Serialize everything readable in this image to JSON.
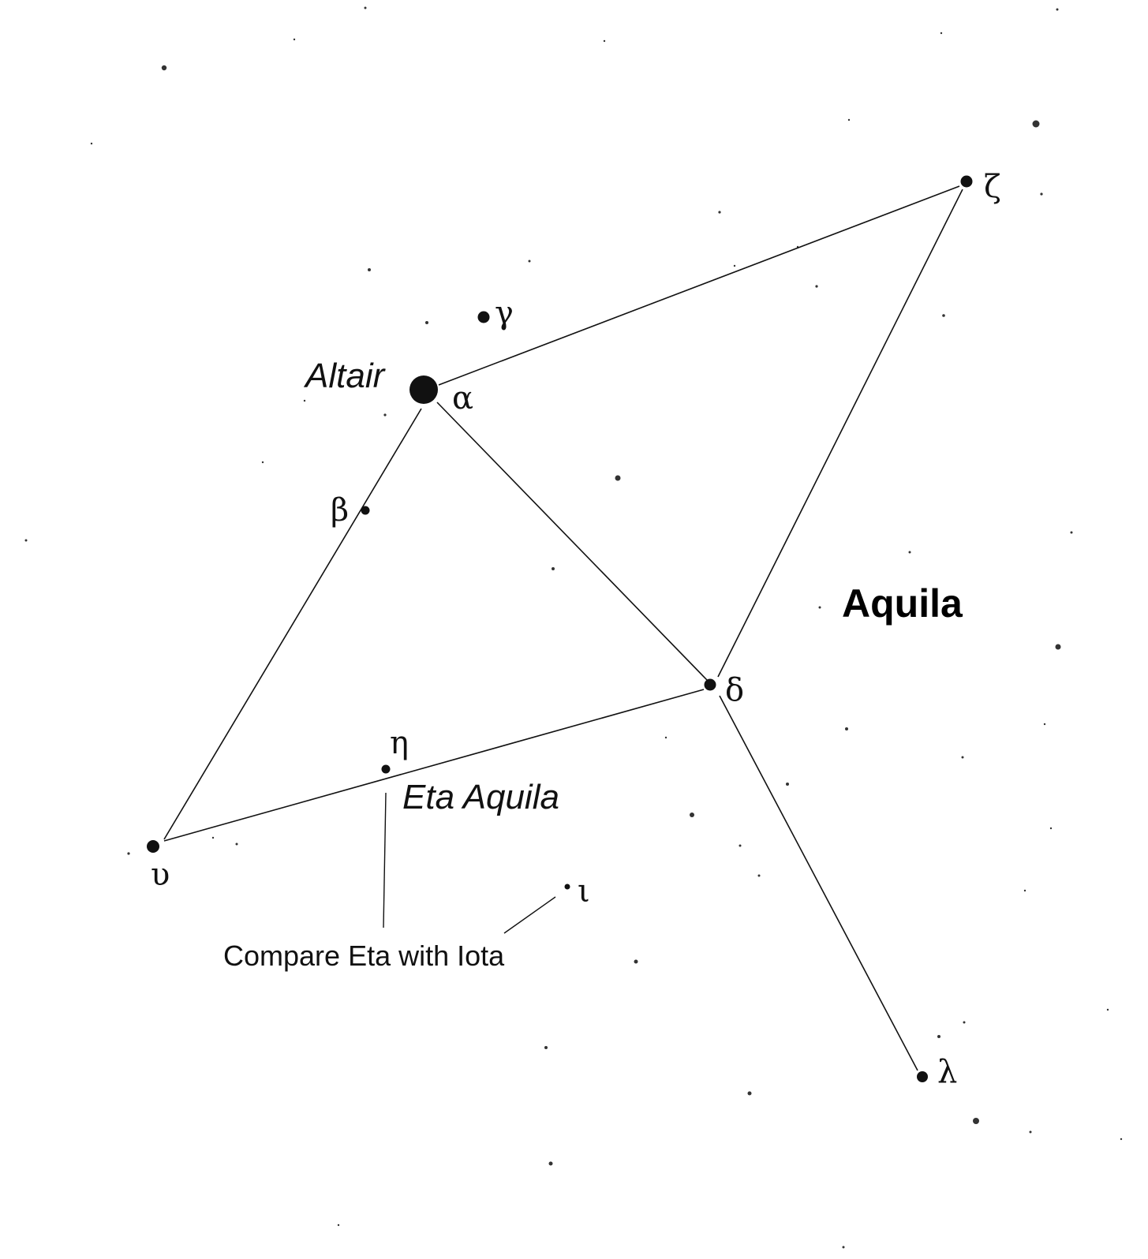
{
  "constellation": {
    "name": "Aquila"
  },
  "star_names": {
    "altair": "Altair",
    "eta": "Eta Aquila"
  },
  "greek_letters": {
    "alpha": "α",
    "beta": "β",
    "gamma": "γ",
    "delta": "δ",
    "zeta": "ζ",
    "eta": "η",
    "iota": "ι",
    "upsilon": "υ",
    "lambda": "λ"
  },
  "annotation": {
    "compare": "Compare Eta with Iota"
  },
  "colors": {
    "background": "#ffffff",
    "ink": "#111111"
  }
}
